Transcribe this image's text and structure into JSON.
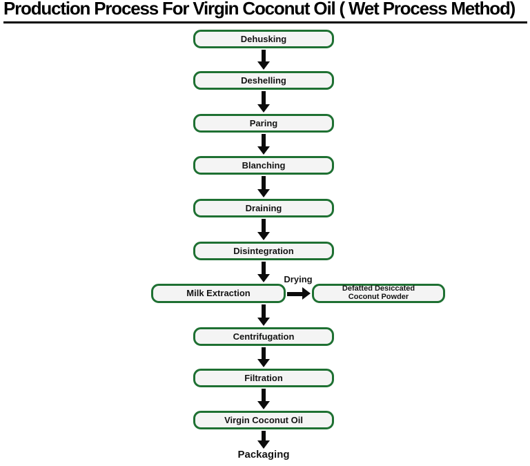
{
  "title": "Production Process For Virgin Coconut Oil ( Wet Process Method)",
  "main_steps": [
    "Dehusking",
    "Deshelling",
    "Paring",
    "Blanching",
    "Draining",
    "Disintegration"
  ],
  "milk_extraction_label": "Milk Extraction",
  "branch": {
    "arrow_label": "Drying",
    "target_line1": "Defatted Desiccated",
    "target_line2": "Coconut Powder"
  },
  "lower_steps": [
    "Centrifugation",
    "Filtration",
    "Virgin Coconut Oil"
  ],
  "final_step": "Packaging",
  "colors": {
    "title_text": "#000000",
    "box_border": "#1e7032",
    "box_fill": "#f4f4f4",
    "arrow": "#0c0c0c"
  }
}
